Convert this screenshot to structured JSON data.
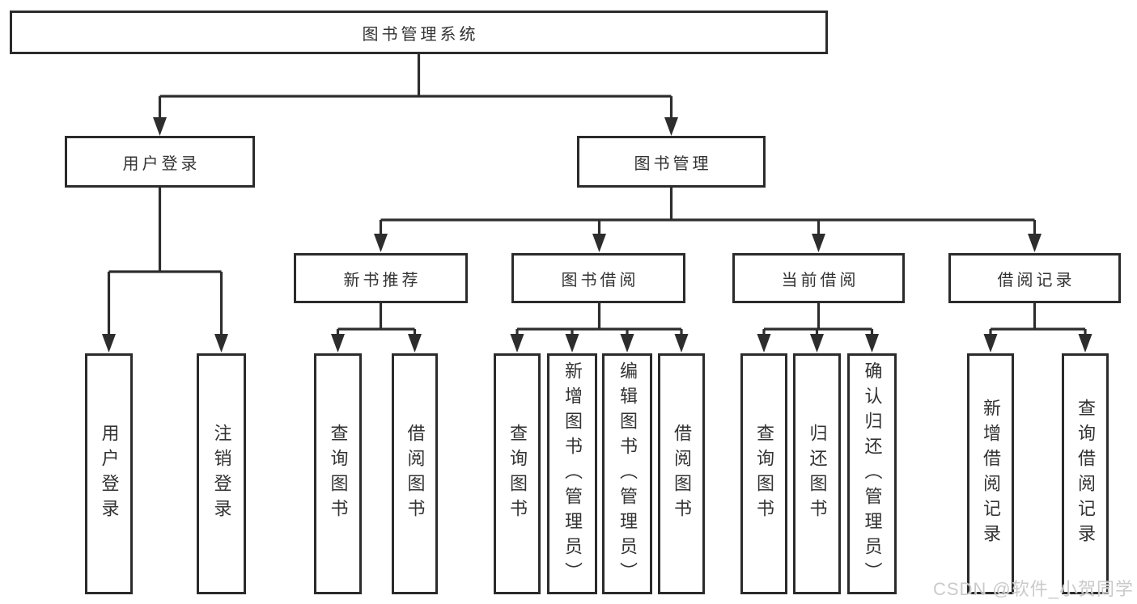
{
  "tree": {
    "label": "图书管理系统",
    "children": [
      {
        "label": "用户登录",
        "children": [
          {
            "label": "用户登录"
          },
          {
            "label": "注销登录"
          }
        ]
      },
      {
        "label": "图书管理",
        "children": [
          {
            "label": "新书推荐",
            "children": [
              {
                "label": "查询图书"
              },
              {
                "label": "借阅图书"
              }
            ]
          },
          {
            "label": "图书借阅",
            "children": [
              {
                "label": "查询图书"
              },
              {
                "label": "新增图书（管理员）"
              },
              {
                "label": "编辑图书（管理员）"
              },
              {
                "label": "借阅图书"
              }
            ]
          },
          {
            "label": "当前借阅",
            "children": [
              {
                "label": "查询图书"
              },
              {
                "label": "归还图书"
              },
              {
                "label": "确认归还（管理员）"
              }
            ]
          },
          {
            "label": "借阅记录",
            "children": [
              {
                "label": "新增借阅记录"
              },
              {
                "label": "查询借阅记录"
              }
            ]
          }
        ]
      }
    ]
  },
  "watermark": {
    "text": "CSDN @软件_小贺同学",
    "color": "#c8c8c8"
  },
  "colors": {
    "line": "#2d2d2d",
    "box_border": "#2b2b2b",
    "text": "#333333",
    "background": "#ffffff"
  }
}
